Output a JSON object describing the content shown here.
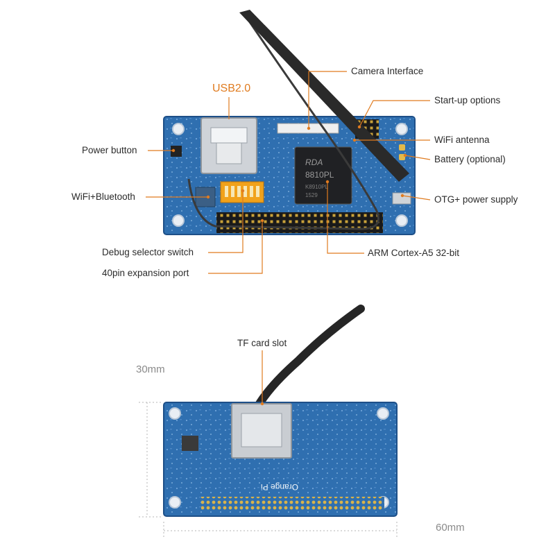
{
  "top_board": {
    "chip_text": [
      "RDA",
      "8810PL",
      "K8910PL",
      "1529"
    ],
    "labels": {
      "usb": "USB2.0",
      "camera": "Camera Interface",
      "startup": "Start-up options",
      "power_button": "Power button",
      "wifi_antenna": "WiFi antenna",
      "battery": "Battery (optional)",
      "wifi_bt": "WiFi+Bluetooth",
      "otg": "OTG+ power supply",
      "debug": "Debug selector switch",
      "arm": "ARM Cortex-A5 32-bit",
      "gpio": "40pin expansion port"
    }
  },
  "bottom_board": {
    "labels": {
      "tf": "TF card slot"
    },
    "dimensions": {
      "height": "30mm",
      "width": "60mm"
    },
    "silkscreen": "Orange Pi"
  },
  "colors": {
    "accent": "#e07b1f",
    "pcb_blue": "#2f6fb0",
    "pcb_dark": "#1d4f88",
    "text": "#2b2b2b",
    "dim_text": "#8a8a8a"
  }
}
